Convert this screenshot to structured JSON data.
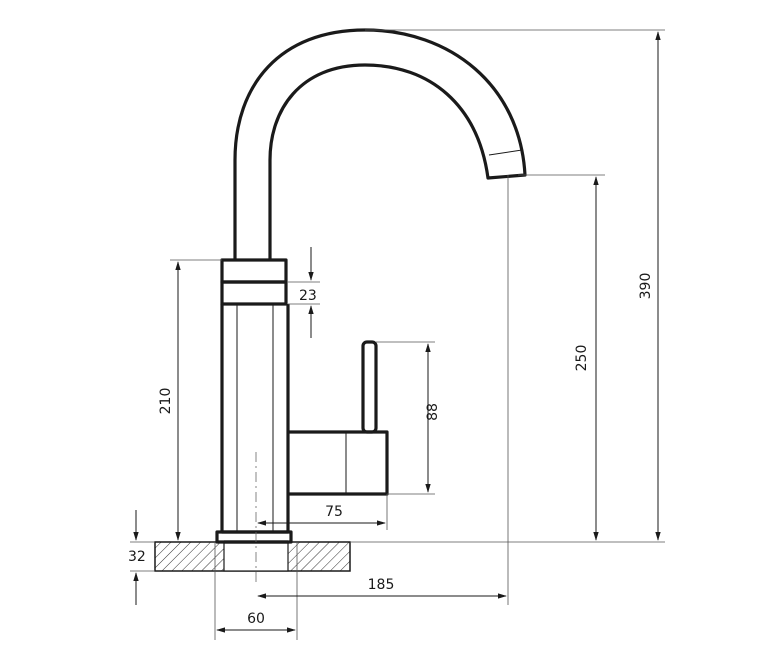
{
  "dimensions": {
    "height_total": "390",
    "spout_height": "250",
    "body_height": "210",
    "ring_height": "23",
    "lever_height": "88",
    "lever_reach": "75",
    "spout_reach": "185",
    "base_diameter": "60",
    "deck_thickness": "32"
  }
}
